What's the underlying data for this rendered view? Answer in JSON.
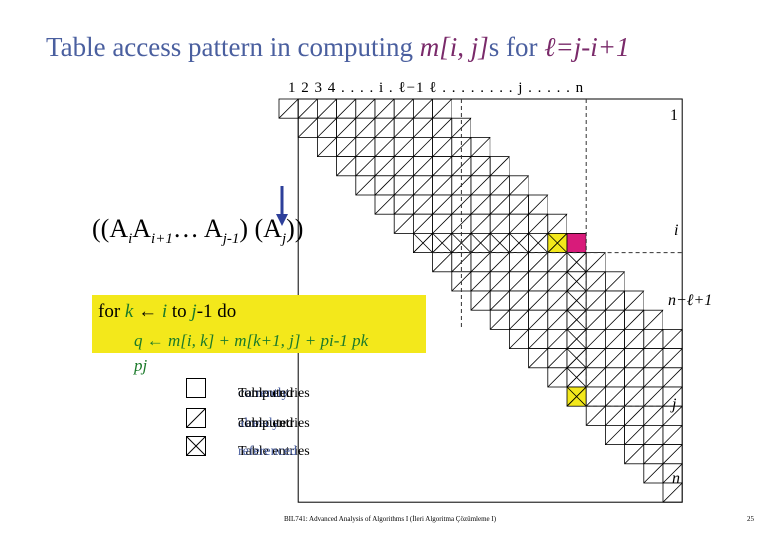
{
  "title": {
    "prefix": "Table access pattern in computing ",
    "m_expr": "m[i, j]",
    "middle": "s for ",
    "ell_expr": "ℓ=j-i+1"
  },
  "column_axis": "1  2  3  4 . . . . i . ℓ−1  ℓ . . . . . . . . j . . . . . n",
  "row_labels": {
    "first": "1",
    "i": "i",
    "n_minus_ell": "n−ℓ+1",
    "j": "j",
    "n": "n"
  },
  "formula": {
    "open": "((A",
    "sub_i": "i",
    "a2": "A",
    "sub_i1": "i+1",
    "dots": "… A",
    "sub_j1": "j-1",
    "mid": ") (A",
    "sub_j": "j",
    "close": "))"
  },
  "code": {
    "line1_for": "for ",
    "line1_k": "k",
    "line1_arrow": " ← ",
    "line1_i": "i",
    "line1_to": " to ",
    "line1_j1": "j",
    "line1_rest": "-1 do",
    "line2": "q ← m[i, k] + m[k+1, j] + pi-1 pk",
    "line3": "pj"
  },
  "legend": [
    {
      "prefix": "Table entries ",
      "em": "currently",
      "suffix": " computed",
      "icon": "empty-box-icon"
    },
    {
      "prefix": "Table entries ",
      "em": "already",
      "suffix": " computed",
      "icon": "hatched-box-icon"
    },
    {
      "prefix": "Table entries ",
      "em": "referenced",
      "suffix": "",
      "icon": "crossed-box-icon"
    }
  ],
  "colors": {
    "title": "#4a5f9f",
    "highlight_yellow": "#f3e81b",
    "current_cell": "#d81b7a",
    "code_green": "#1b7a2a"
  },
  "footer": "BIL741: Advanced Analysis of Algorithms I (İleri Algoritma Çözümleme I)",
  "page_number": "25"
}
